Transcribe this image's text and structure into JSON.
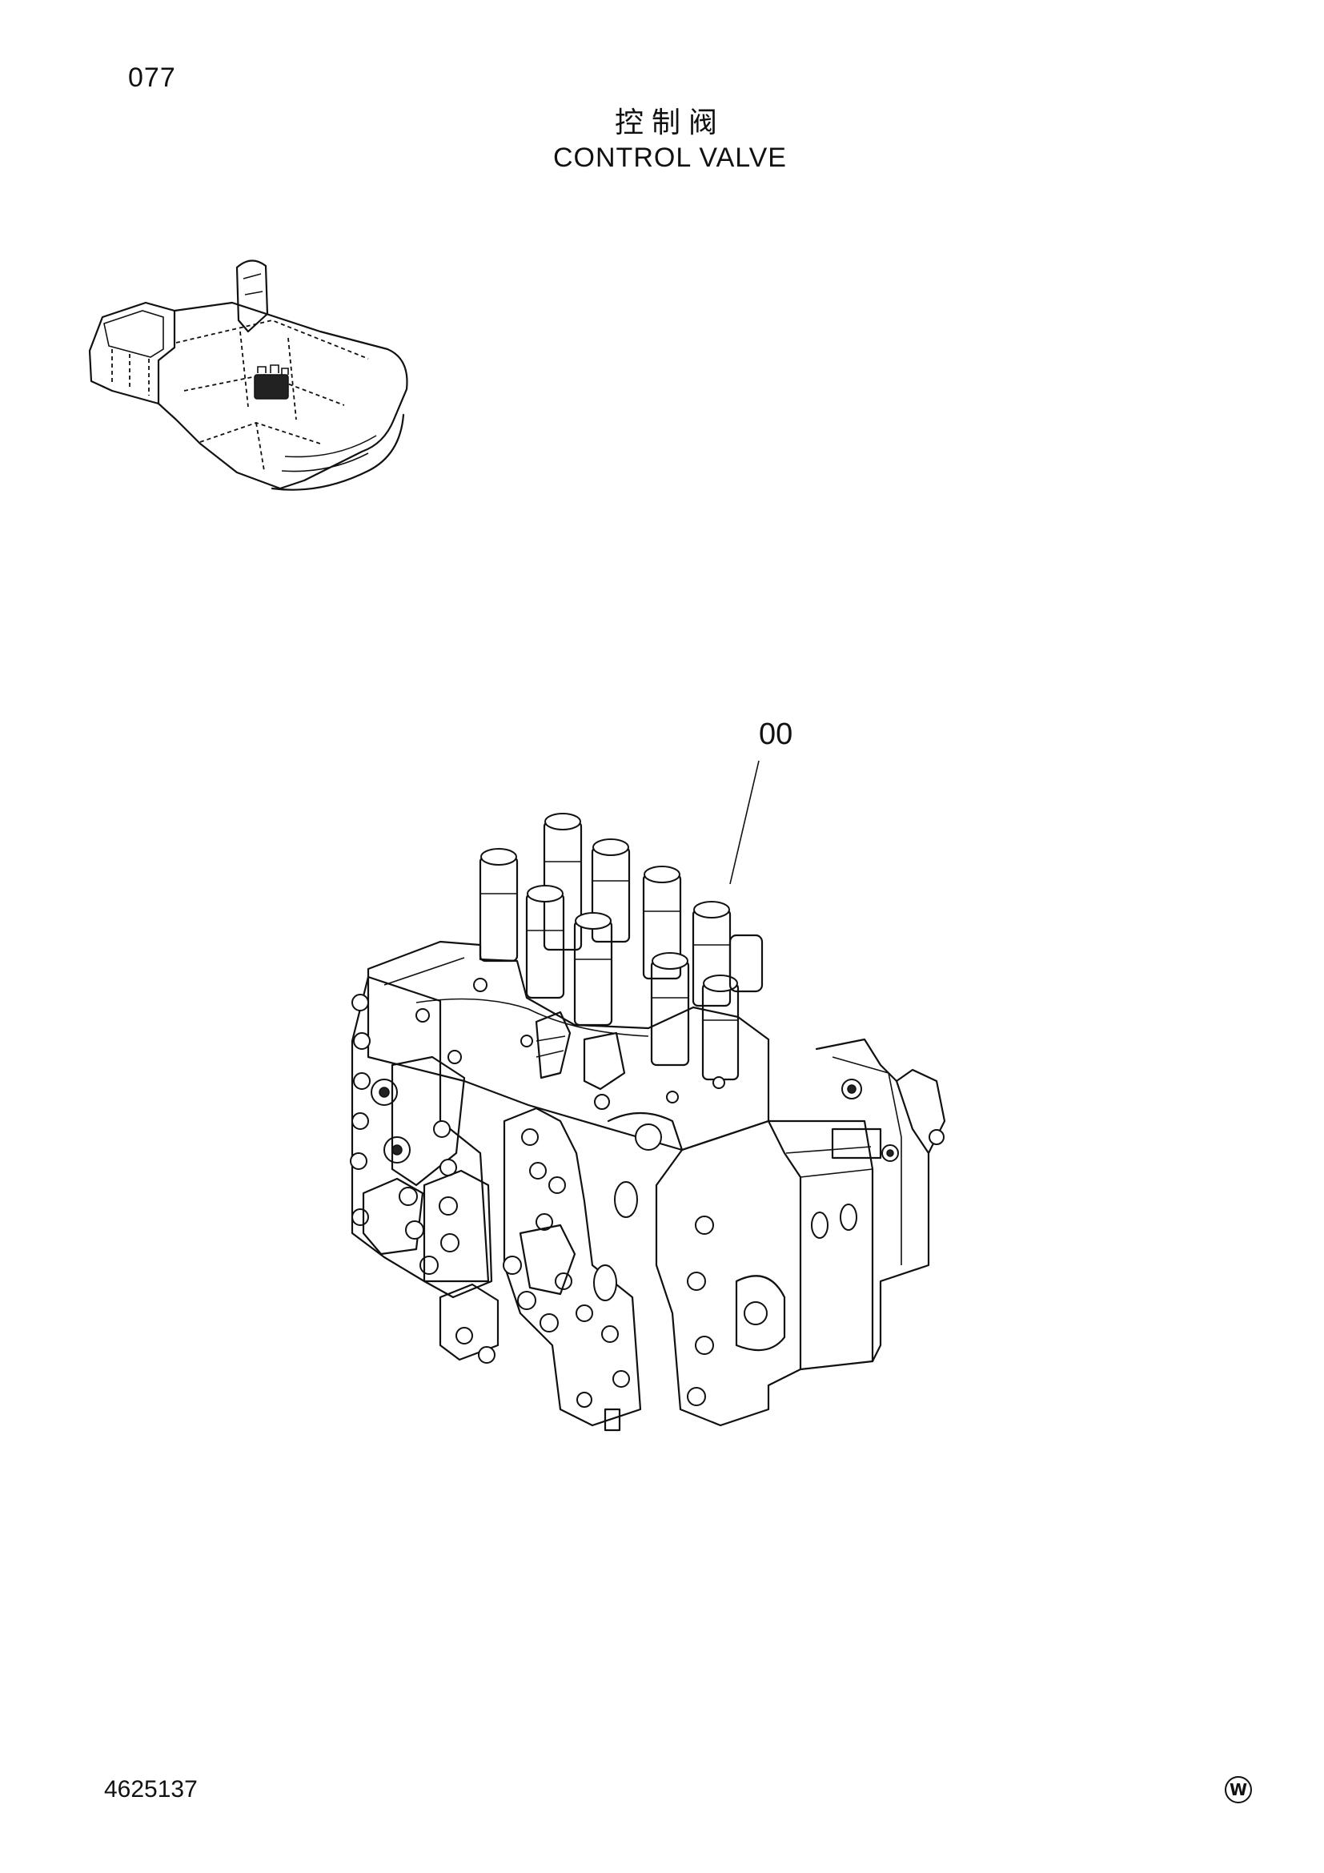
{
  "header": {
    "page_number": "077",
    "title_cn": "控制阀",
    "title_en": "CONTROL VALVE"
  },
  "figure": {
    "part_callout": "00"
  },
  "footer": {
    "document_number": "4625137",
    "mark": "W"
  },
  "icons": {
    "locator": "excavator-locator-icon",
    "mark": "circled-w-icon"
  }
}
